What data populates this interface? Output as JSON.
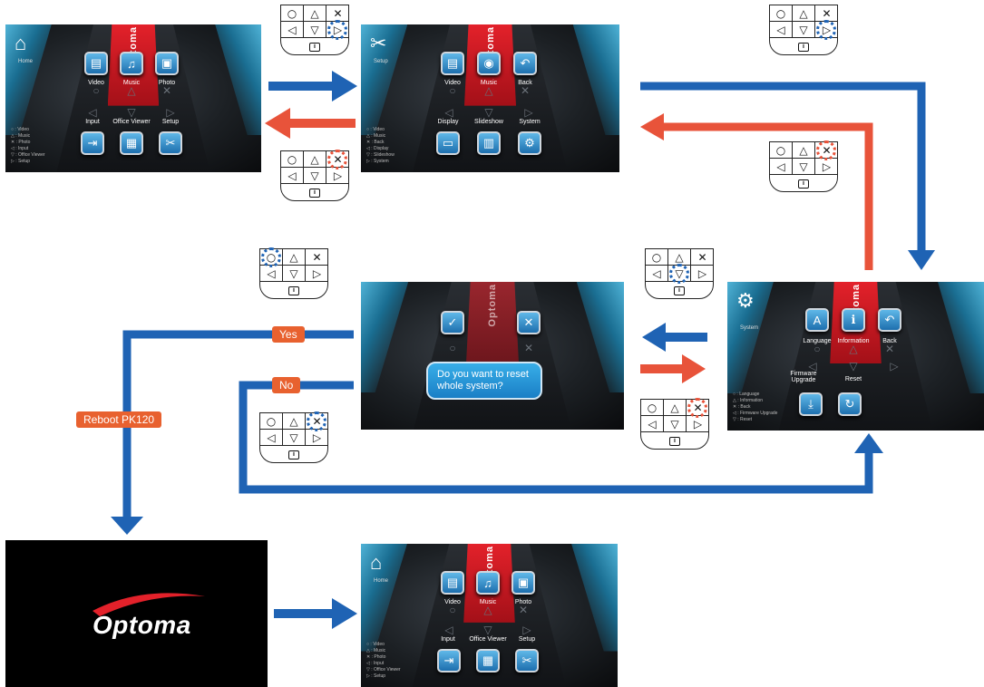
{
  "screens": {
    "home": {
      "corner_label": "Home",
      "brand": "Optoma",
      "top": [
        "Video",
        "Music",
        "Photo"
      ],
      "bottom": [
        "Input",
        "Office Viewer",
        "Setup"
      ],
      "legend": [
        "○ : Video",
        "△ : Music",
        "✕ : Photo",
        "◁ : Input",
        "▽ : Office Viewer",
        "▷ : Setup"
      ]
    },
    "setup": {
      "corner_label": "Setup",
      "brand": "Optoma",
      "top": [
        "Video",
        "Music",
        "Back"
      ],
      "bottom": [
        "Display",
        "Slideshow",
        "System"
      ],
      "legend": [
        "○ : Video",
        "△ : Music",
        "✕ : Back",
        "◁ : Display",
        "▽ : Slideshow",
        "▷ : System"
      ]
    },
    "system": {
      "corner_label": "System",
      "brand": "Optoma",
      "top": [
        "Language",
        "Information",
        "Back"
      ],
      "bottom": [
        "Firmware Upgrade",
        "Reset"
      ],
      "legend": [
        "○ : Language",
        "△ : Information",
        "✕ : Back",
        "◁ : Firmware Upgrade",
        "▽ : Reset"
      ]
    },
    "reset_dialog": {
      "brand": "Optoma",
      "question_line1": "Do you want to reset",
      "question_line2": "whole system?"
    },
    "home_after": {
      "corner_label": "Home",
      "brand": "Optoma",
      "top": [
        "Video",
        "Music",
        "Photo"
      ],
      "bottom": [
        "Input",
        "Office Viewer",
        "Setup"
      ],
      "legend": [
        "○ : Video",
        "△ : Music",
        "✕ : Photo",
        "◁ : Input",
        "▽ : Office Viewer",
        "▷ : Setup"
      ]
    },
    "splash": {
      "logo_text": "Optoma"
    }
  },
  "keypad_keys": [
    "○",
    "△",
    "✕",
    "◁",
    "▽",
    "▷"
  ],
  "keypad_info": "i",
  "branches": {
    "yes": "Yes",
    "no": "No",
    "reboot": "Reboot PK120"
  },
  "colors": {
    "forward_arrow": "#1f63b4",
    "back_arrow": "#e8533a",
    "tag": "#e8612f",
    "brand_red": "#e3212a"
  }
}
